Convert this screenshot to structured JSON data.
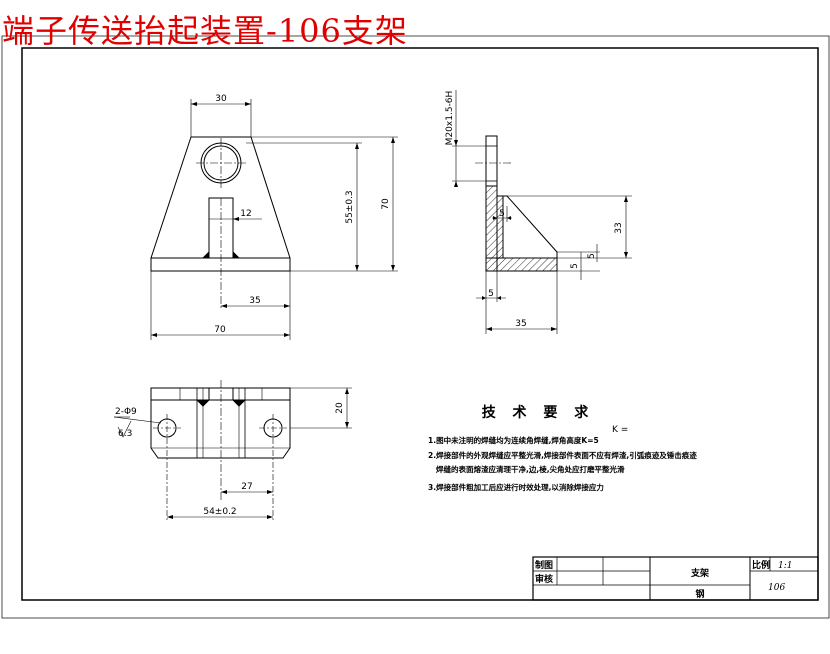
{
  "title": "端子传送抬起装置-106支架",
  "dims": {
    "top_width": "30",
    "slot_width": "12",
    "height_55": "55±0.3",
    "height_70": "70",
    "half_base": "35",
    "base_width": "70",
    "thread": "M20x1.5-6H",
    "side_5_a": "5",
    "side_33": "33",
    "side_5_b": "5",
    "side_5_c": "5",
    "side_5_d": "5",
    "side_35": "35",
    "holes": "2-Φ9",
    "rough": "6.3",
    "bottom_20": "20",
    "bottom_27": "27",
    "bottom_54": "54±0.2"
  },
  "tech": {
    "title": "技 术 要 求",
    "k": "K =",
    "line1": "1.图中未注明的焊缝均为连续角焊缝,焊角高度K=5",
    "line2": "2.焊接部件的外观焊缝应平整光滑,焊接部件表面不应有焊渣,引弧痕迹及锤击痕迹",
    "line2b": "焊缝的表面熔渣应清理干净,边,棱,尖角处应打磨平整光滑",
    "line3": "3.焊接部件粗加工后应进行时效处理,以消除焊接应力"
  },
  "titleblock": {
    "drawn": "制图",
    "checked": "审核",
    "part": "支架",
    "scale_label": "比例",
    "scale": "1:1",
    "number": "106",
    "material": "钢"
  }
}
